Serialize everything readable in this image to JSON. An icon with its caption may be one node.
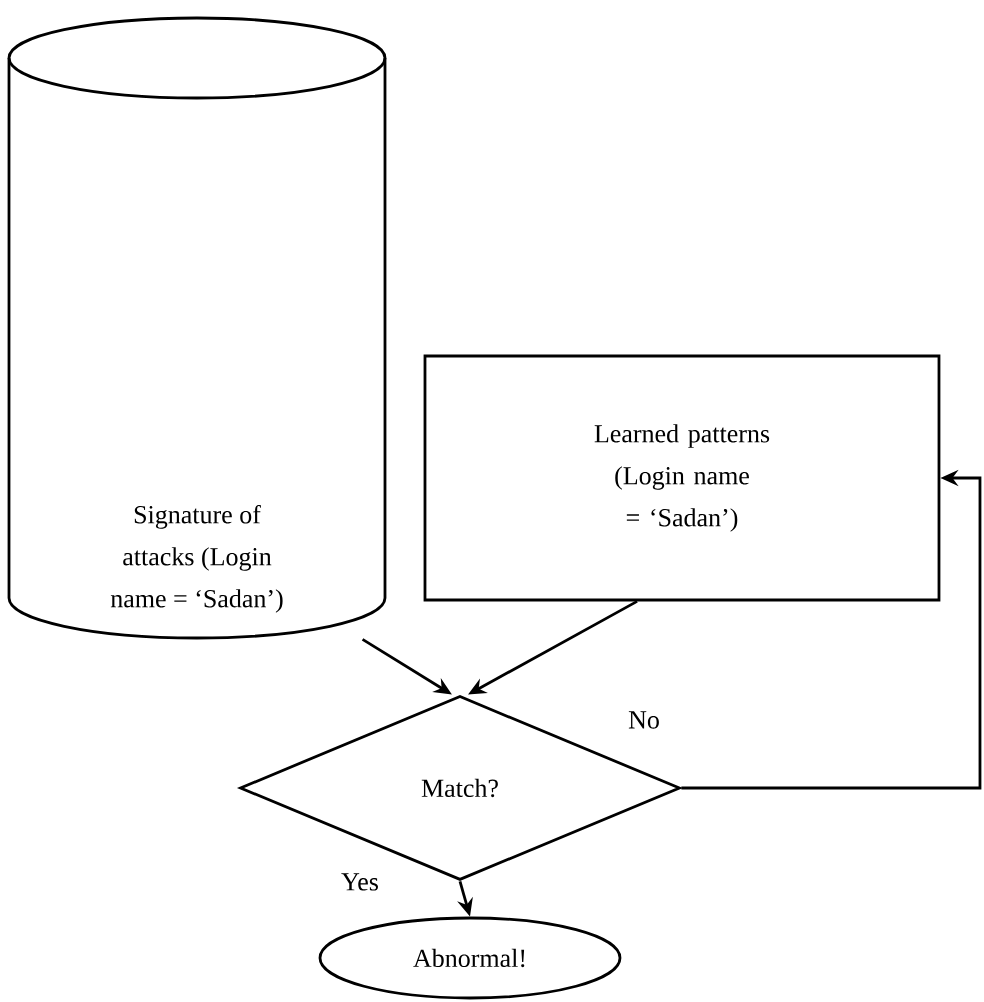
{
  "diagram": {
    "nodes": [
      {
        "text": [
          "Signature of attacks (Login name = ‘Sadan’)"
        ]
      },
      {
        "text": [
          "Learned patterns (Login name = ‘Sadan’)"
        ]
      },
      {
        "text": [
          "Match?"
        ]
      },
      {
        "text": [
          "Abnormal!"
        ]
      }
    ],
    "edges": [
      {
        "from": 0,
        "to": 2,
        "arrow": "to"
      },
      {
        "from": 1,
        "to": 2,
        "arrow": "to"
      },
      {
        "from": 2,
        "to": 1,
        "arrow": "to",
        "label": "No"
      },
      {
        "from": 2,
        "to": 3,
        "arrow": "to",
        "label": "Yes"
      }
    ]
  }
}
